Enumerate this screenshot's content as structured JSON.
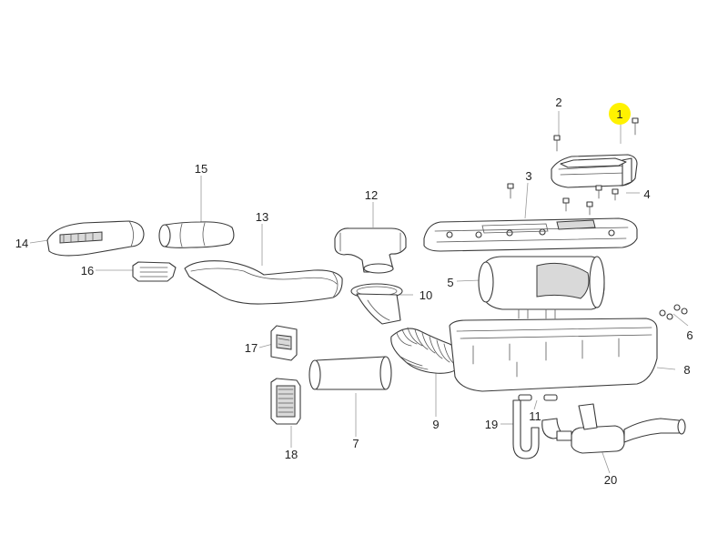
{
  "diagram": {
    "highlight_color": "#fff200",
    "line_color": "#3a3a3a",
    "callouts": [
      {
        "id": "1",
        "highlighted": true
      },
      {
        "id": "2"
      },
      {
        "id": "3"
      },
      {
        "id": "4"
      },
      {
        "id": "5"
      },
      {
        "id": "6"
      },
      {
        "id": "7"
      },
      {
        "id": "8"
      },
      {
        "id": "9"
      },
      {
        "id": "10"
      },
      {
        "id": "11"
      },
      {
        "id": "12"
      },
      {
        "id": "13"
      },
      {
        "id": "14"
      },
      {
        "id": "15"
      },
      {
        "id": "16"
      },
      {
        "id": "17"
      },
      {
        "id": "18"
      },
      {
        "id": "19"
      },
      {
        "id": "20"
      }
    ]
  }
}
